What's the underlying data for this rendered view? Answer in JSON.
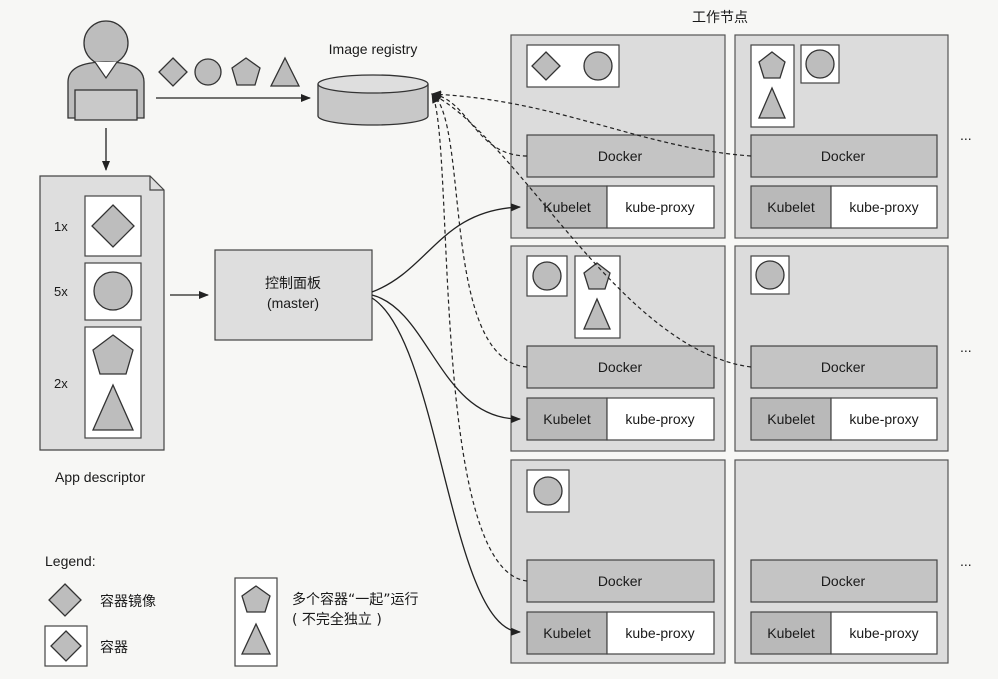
{
  "registry_label": "Image registry",
  "worker_nodes_label": "工作节点",
  "app_descriptor": {
    "label": "App descriptor",
    "counts": [
      "1x",
      "5x",
      "2x"
    ]
  },
  "master": {
    "line1": "控制面板",
    "line2": "(master)"
  },
  "node_labels": {
    "docker": "Docker",
    "kubelet": "Kubelet",
    "kube_proxy": "kube-proxy"
  },
  "ellipsis": "...",
  "legend": {
    "title": "Legend:",
    "image": "容器镜像",
    "container": "容器",
    "pod_line1": "多个容器“一起”运行",
    "pod_line2": "( 不完全独立 )"
  },
  "colors": {
    "shape_fill": "#bdbdbd",
    "node_fill": "#dcdcdc",
    "docker_fill": "#c4c4c4",
    "kubelet_fill": "#b9b9b9"
  }
}
